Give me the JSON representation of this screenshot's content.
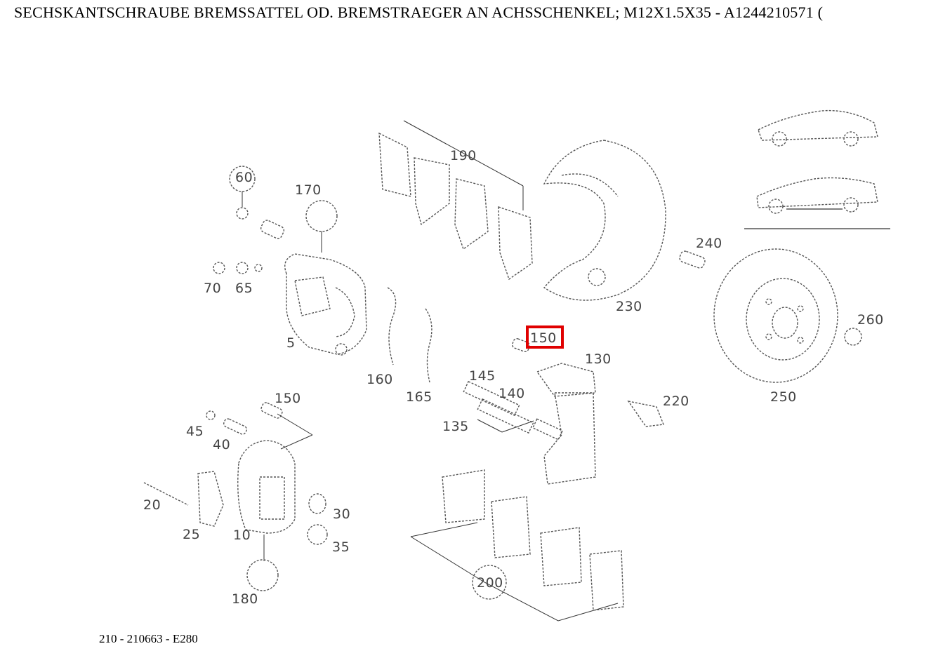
{
  "title": "SECHSKANTSCHRAUBE BREMSSATTEL OD. BREMSTRAEGER AN ACHSSCHENKEL; M12X1.5X35 - A1244210571 (",
  "footer": "210 - 210663 - E280",
  "highlight_color": "#e00000",
  "callouts": {
    "c60": "60",
    "c170": "170",
    "c190": "190",
    "c240": "240",
    "c230": "230",
    "c70": "70",
    "c65": "65",
    "c5": "5",
    "c150a": "150",
    "c130": "130",
    "c260": "260",
    "c160": "160",
    "c165": "165",
    "c145": "145",
    "c140": "140",
    "c220": "220",
    "c250": "250",
    "c150b": "150",
    "c45": "45",
    "c40": "40",
    "c135": "135",
    "c20": "20",
    "c30": "30",
    "c25": "25",
    "c10": "10",
    "c35": "35",
    "c200": "200",
    "c180": "180"
  }
}
